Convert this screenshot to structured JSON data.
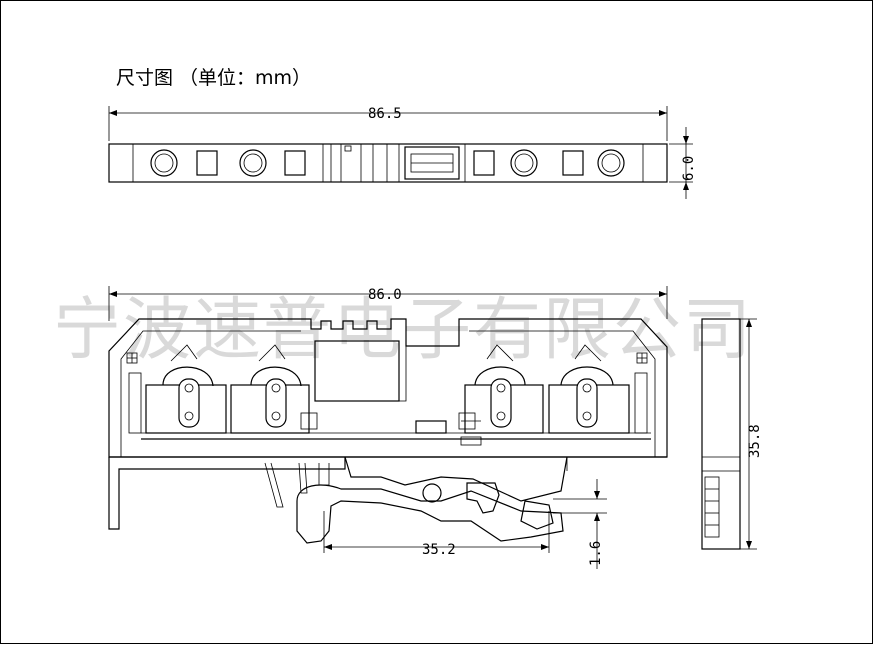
{
  "drawing": {
    "title": "尺寸图 （单位：mm）",
    "watermark": "宁波速普电子有限公司",
    "dimensions": {
      "top_width": "86.5",
      "top_height": "6.0",
      "side_width": "86.0",
      "side_height": "35.8",
      "rail_width": "35.2",
      "rail_thickness": "1.6"
    }
  }
}
